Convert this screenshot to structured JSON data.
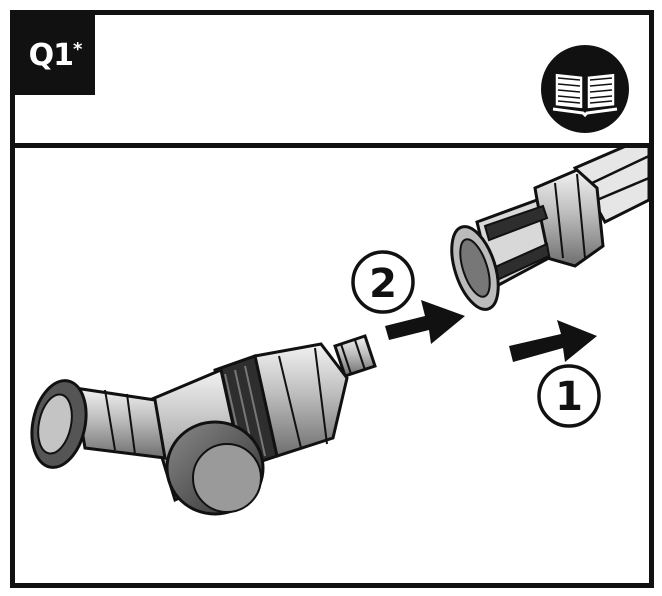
{
  "header": {
    "step_label": "Q1",
    "step_mark": "*"
  },
  "steps": [
    {
      "number": "2"
    },
    {
      "number": "1"
    }
  ],
  "icons": {
    "manual": "open-book-icon"
  },
  "colors": {
    "ink": "#111111",
    "paper": "#ffffff",
    "mid_gray": "#9a9a9a",
    "light_gray": "#d4d4d4"
  }
}
